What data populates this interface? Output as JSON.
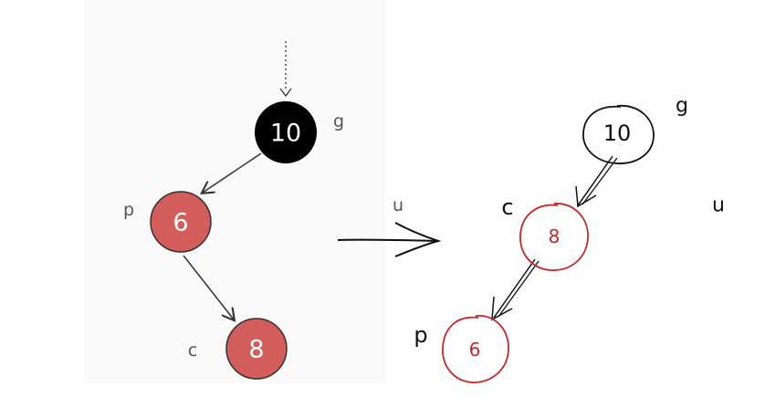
{
  "colors": {
    "black_node": "#000000",
    "red_node": "#d35d5a",
    "red_stroke": "#333333",
    "hand_red": "#c62828",
    "hand_black": "#111111",
    "edge": "#333333",
    "panel": "#fafafa"
  },
  "before": {
    "grandparent": {
      "value": "10",
      "label": "g"
    },
    "parent": {
      "value": "6",
      "label": "p"
    },
    "child": {
      "value": "8",
      "label": "c"
    },
    "uncle_label": "u"
  },
  "after": {
    "grandparent": {
      "value": "10",
      "label": "g"
    },
    "child": {
      "value": "8",
      "label": "c"
    },
    "parent": {
      "value": "6",
      "label": "p"
    },
    "uncle_label": "u"
  }
}
